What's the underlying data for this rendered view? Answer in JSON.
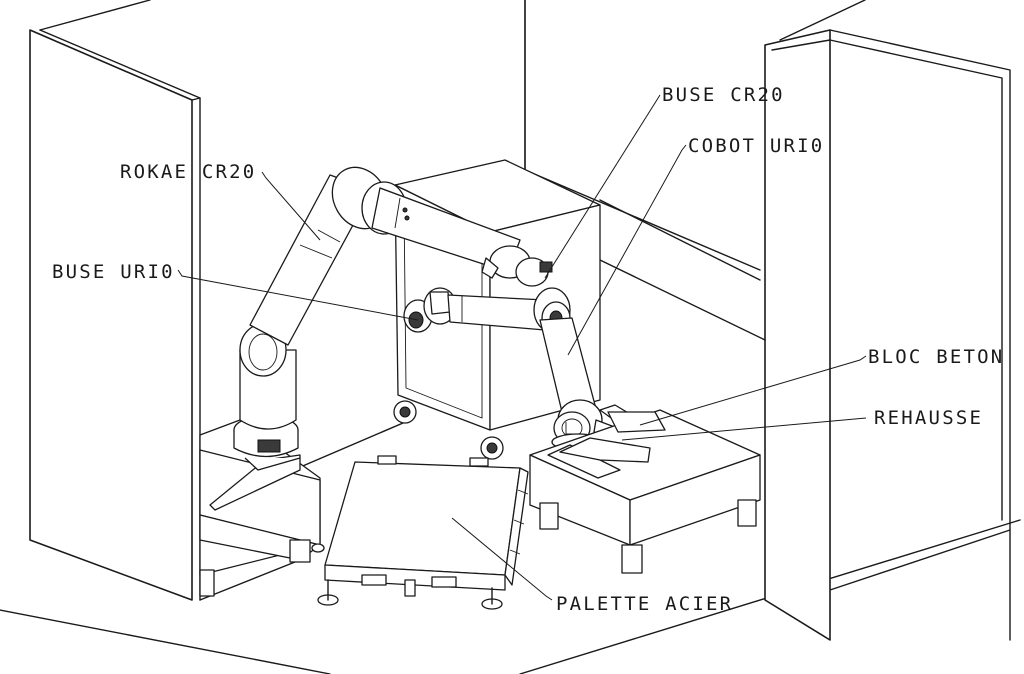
{
  "labels": {
    "rokae": "ROKAE CR20",
    "buse_ur10": "BUSE URI0",
    "buse_cr20": "BUSE CR20",
    "cobot_ur10": "COBOT URI0",
    "bloc_beton": "BLOC BETON",
    "rehausse": "REHAUSSE",
    "palette": "PALETTE ACIER"
  },
  "colors": {
    "line": "#1a1a1a",
    "background": "#ffffff",
    "shade": "#e9e9e9"
  }
}
